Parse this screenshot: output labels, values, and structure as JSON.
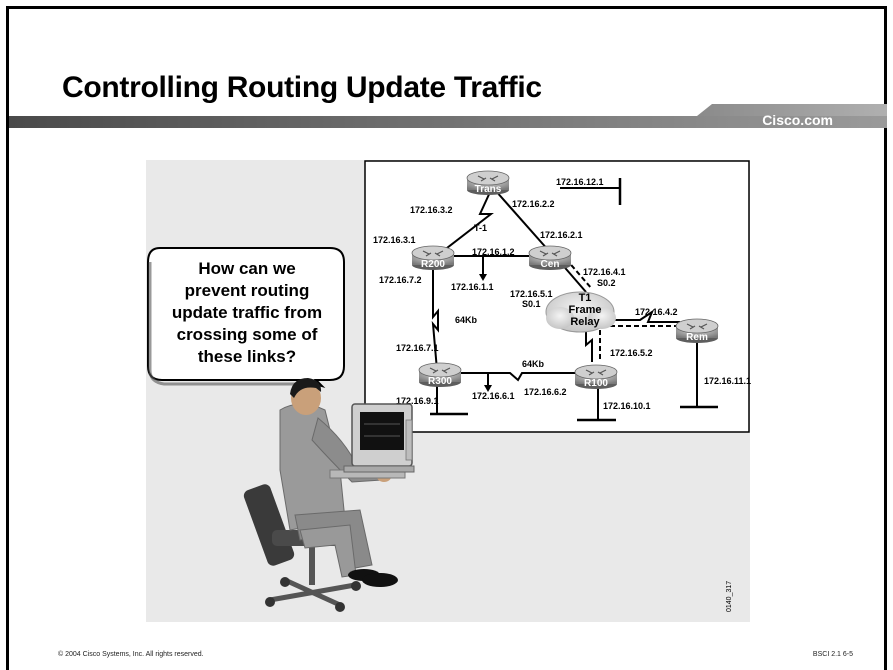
{
  "slide": {
    "title": "Controlling Routing Update Traffic",
    "brand": "Cisco.com",
    "copyright": "© 2004 Cisco Systems, Inc. All rights reserved.",
    "slide_ref": "BSCI 2.1    6-5",
    "figure_id": "0140_317"
  },
  "callout": {
    "lines": [
      "How can we",
      "prevent routing",
      "update traffic from",
      "crossing some of",
      "these links?"
    ]
  },
  "routers": {
    "trans": "Trans",
    "r200": "R200",
    "cen": "Cen",
    "r300": "R300",
    "r100": "R100",
    "rem": "Rem"
  },
  "cloud": {
    "line1": "T1",
    "line2": "Frame",
    "line3": "Relay"
  },
  "links": {
    "t1": "T-1",
    "r200_r300": "64Kb",
    "r300_r100": "64Kb"
  },
  "addresses": {
    "trans_lan": "172.16.12.1",
    "trans_r200": "172.16.3.2",
    "trans_cen": "172.16.2.2",
    "r200_trans": "172.16.3.1",
    "cen_trans": "172.16.2.1",
    "r200_cen": "172.16.1.2",
    "r200_lan": "172.16.1.1",
    "r200_r300": "172.16.7.2",
    "cen_s02": "172.16.4.1",
    "cen_s02_if": "S0.2",
    "cen_s01": "172.16.5.1",
    "cen_s01_if": "S0.1",
    "rem_fr": "172.16.4.2",
    "r100_fr": "172.16.5.2",
    "r300_r200": "172.16.7.1",
    "r300_lan9": "172.16.9.1",
    "r300_lan6": "172.16.6.1",
    "r100_r300": "172.16.6.2",
    "r100_lan": "172.16.10.1",
    "rem_lan": "172.16.11.1"
  }
}
